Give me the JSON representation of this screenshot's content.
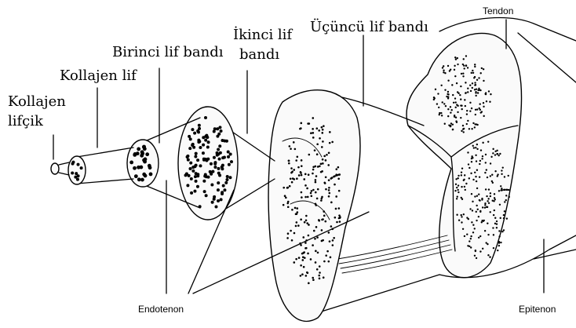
{
  "labels": {
    "kollajen_lifcik_1": "Kollajen",
    "kollajen_lifcik_2": "lifçik",
    "kollajen_lif": "Kollajen lif",
    "birinci_lif_bandi": "Birinci lif bandı",
    "ikinci_lif_1": "İkinci lif",
    "ikinci_lif_2": "bandı",
    "ucuncu_lif_bandi": "Üçüncü lif bandı",
    "tendon": "Tendon",
    "endotenon": "Endotenon",
    "epitenon": "Epitenon"
  },
  "colors": {
    "ink": "#000000",
    "background": "#ffffff"
  }
}
